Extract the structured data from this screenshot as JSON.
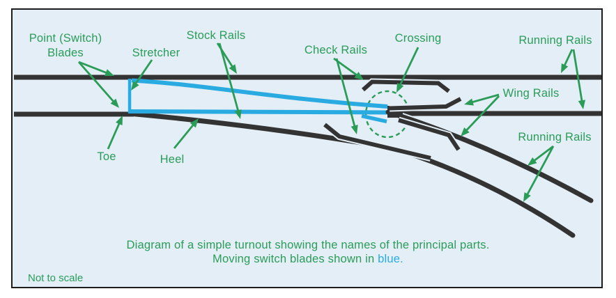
{
  "figure": {
    "type": "railway-turnout-diagram",
    "caption": {
      "line1": "Diagram of a simple turnout showing the names of the principal parts.",
      "line2_prefix": "Moving switch blades shown in ",
      "line2_highlight": "blue.",
      "line2_suffix": ""
    },
    "footnote": "Not to scale"
  },
  "labels": {
    "point_switch_blades_line1": "Point (Switch)",
    "point_switch_blades_line2": "Blades",
    "stretcher": "Stretcher",
    "stock_rails": "Stock Rails",
    "check_rails": "Check Rails",
    "crossing": "Crossing",
    "running_rails_top": "Running Rails",
    "wing_rails": "Wing Rails",
    "running_rails_bottom": "Running Rails",
    "toe": "Toe",
    "heel": "Heel"
  },
  "colors": {
    "label_green": "#2a9c58",
    "blade_blue": "#29abe2",
    "rail_black": "#333333",
    "background_light_blue": "#e3eef6",
    "frame_border": "#1c1c1c"
  }
}
